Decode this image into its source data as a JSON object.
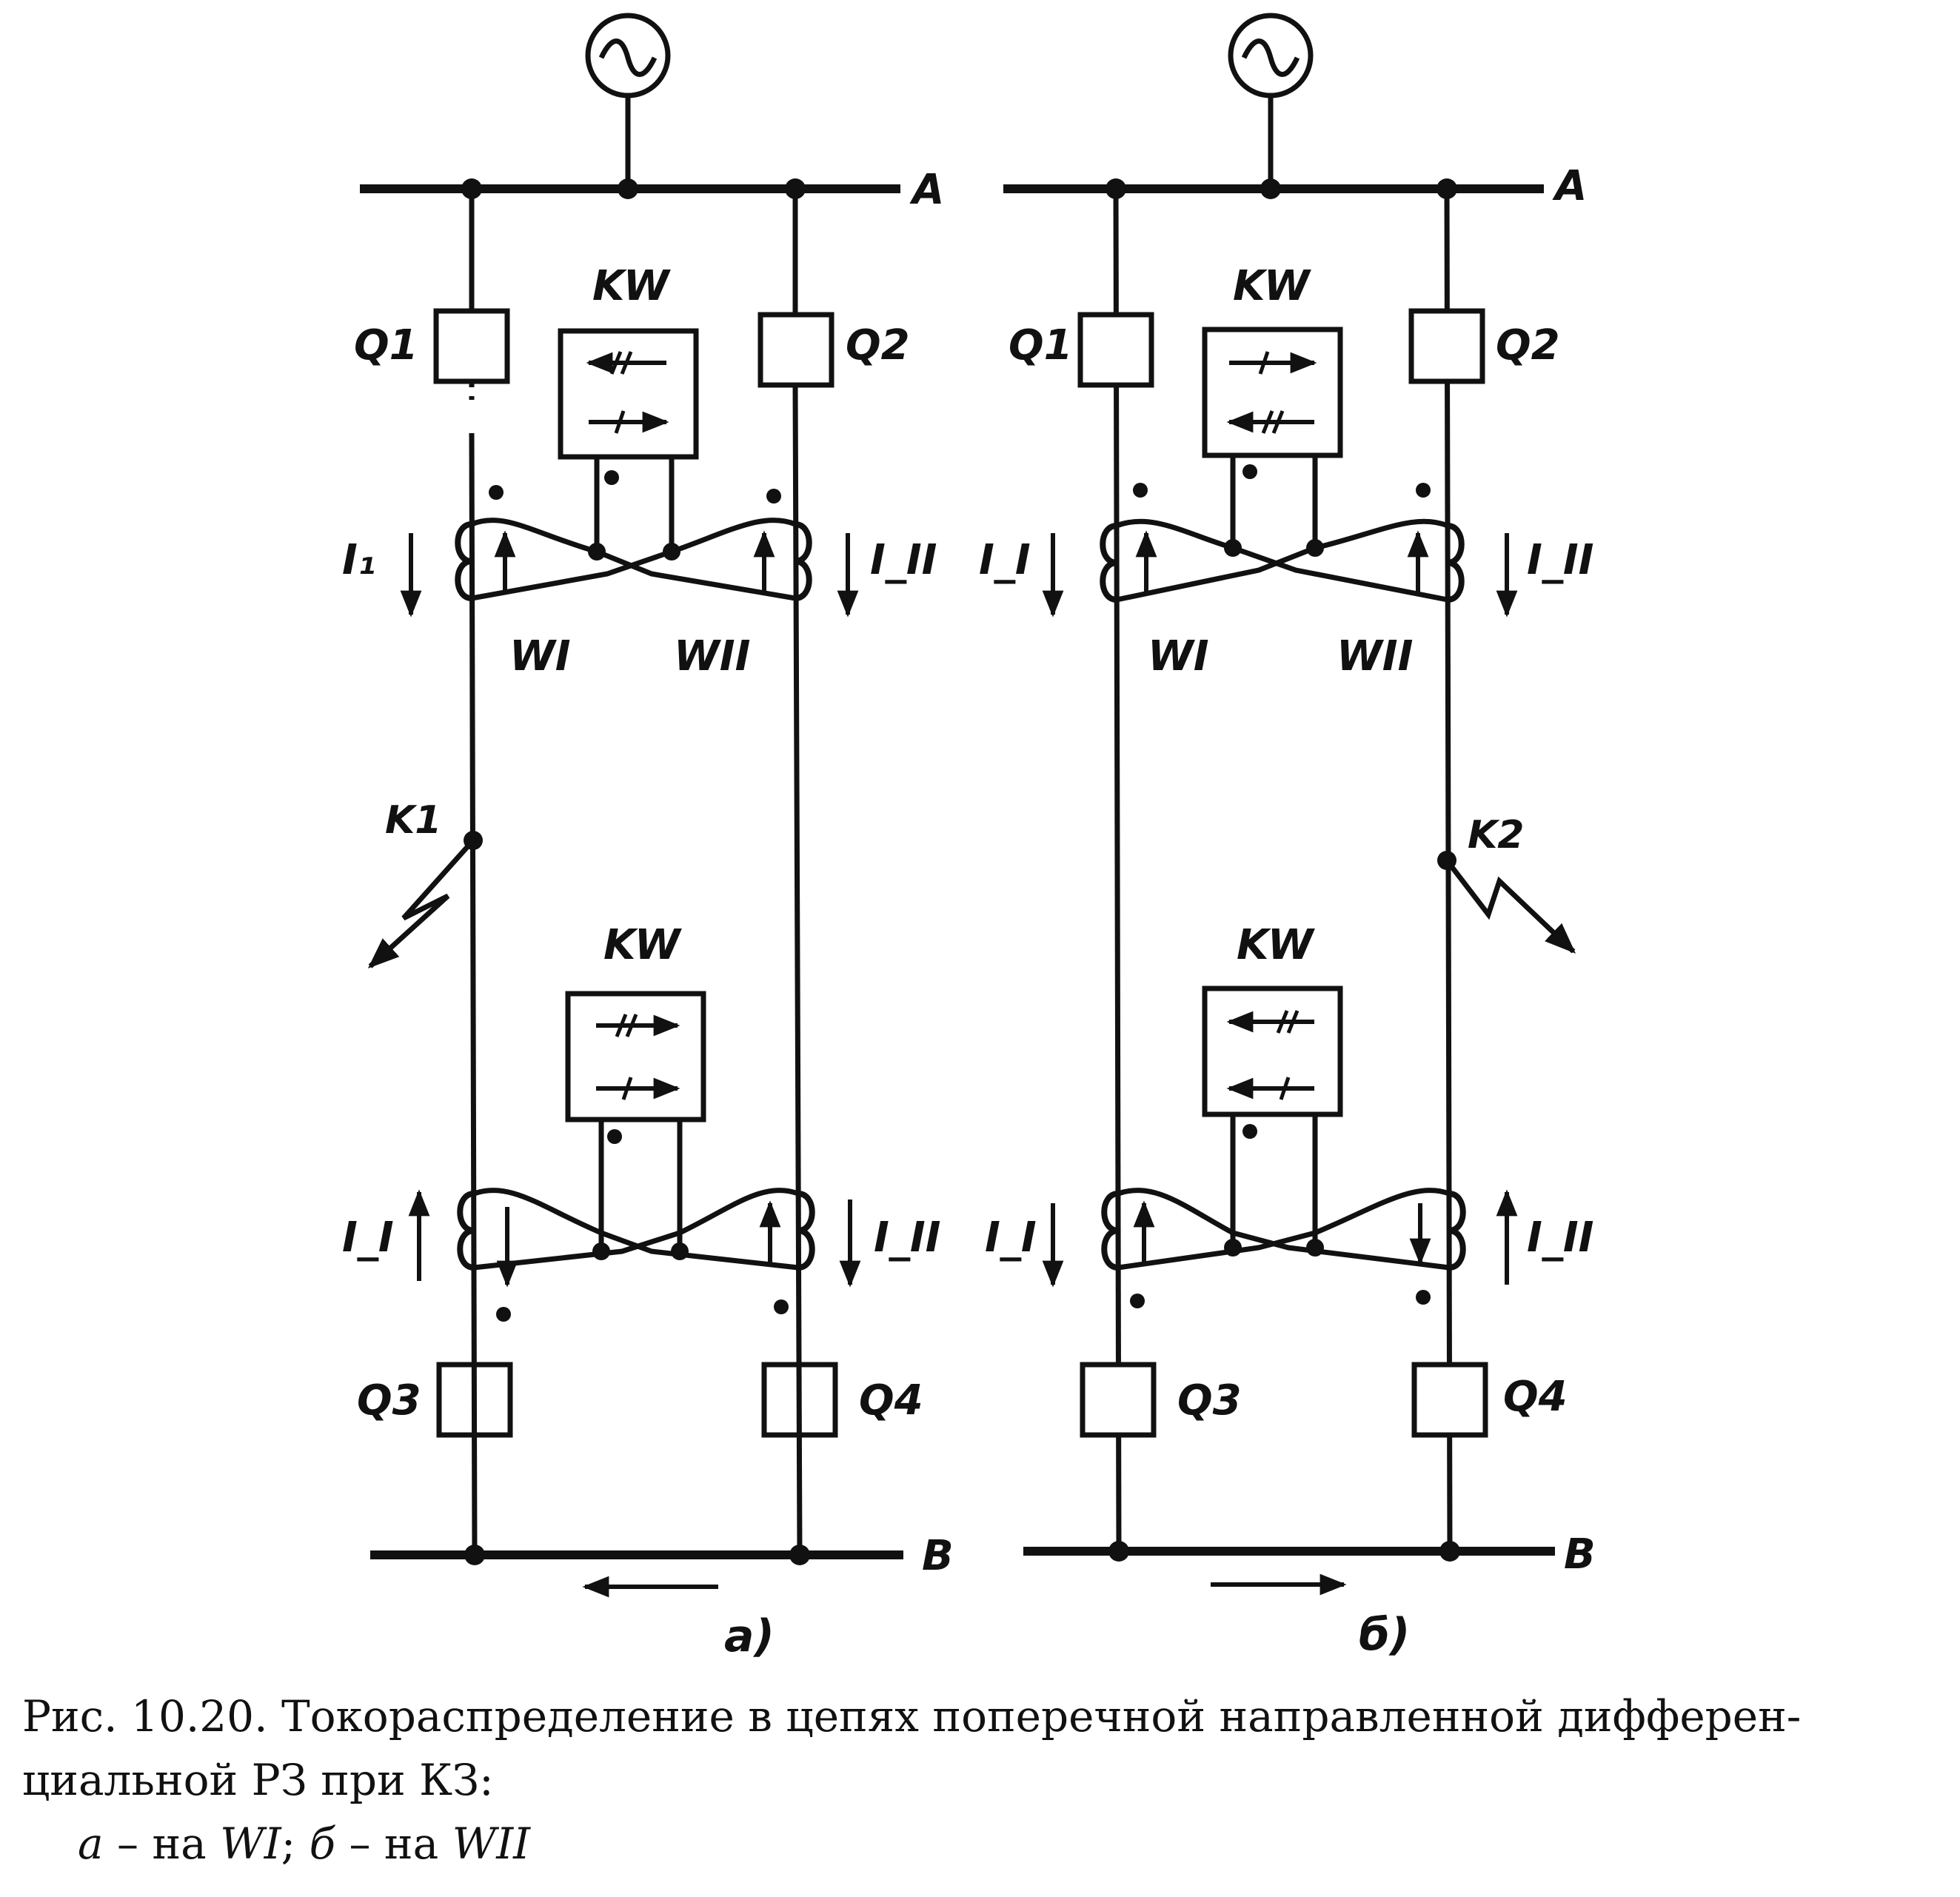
{
  "figure": {
    "panel_a": {
      "bus_top": "A",
      "bus_bottom": "B",
      "breaker_1": "Q1",
      "breaker_2": "Q2",
      "breaker_3": "Q3",
      "breaker_4": "Q4",
      "relay_top": "KW",
      "relay_bottom": "KW",
      "line_1": "WI",
      "line_2": "WII",
      "current_top_left": "I₁",
      "current_top_right": "I_II",
      "current_bottom_left": "I_I",
      "current_bottom_right": "I_II",
      "fault_label": "K1",
      "panel_label": "а)"
    },
    "panel_b": {
      "bus_top": "A",
      "bus_bottom": "B",
      "breaker_1": "Q1",
      "breaker_2": "Q2",
      "breaker_3": "Q3",
      "breaker_4": "Q4",
      "relay_top": "KW",
      "relay_bottom": "KW",
      "line_1": "WI",
      "line_2": "WII",
      "current_top_left": "I_I",
      "current_top_right": "I_II",
      "current_bottom_left": "I_I",
      "current_bottom_right": "I_II",
      "fault_label": "K2",
      "panel_label": "б)"
    }
  },
  "caption": {
    "line1": "Рис. 10.20. Токораспределение в цепях поперечной направленной дифферен-",
    "line2": "циальной РЗ при КЗ:",
    "line3_a_letter": "а",
    "line3_a_text": " – на ",
    "line3_a_line": "WI",
    "line3_sep": "; ",
    "line3_b_letter": "б",
    "line3_b_text": " – на ",
    "line3_b_line": "WII"
  },
  "colors": {
    "ink": "#111111",
    "paper": "#ffffff"
  }
}
